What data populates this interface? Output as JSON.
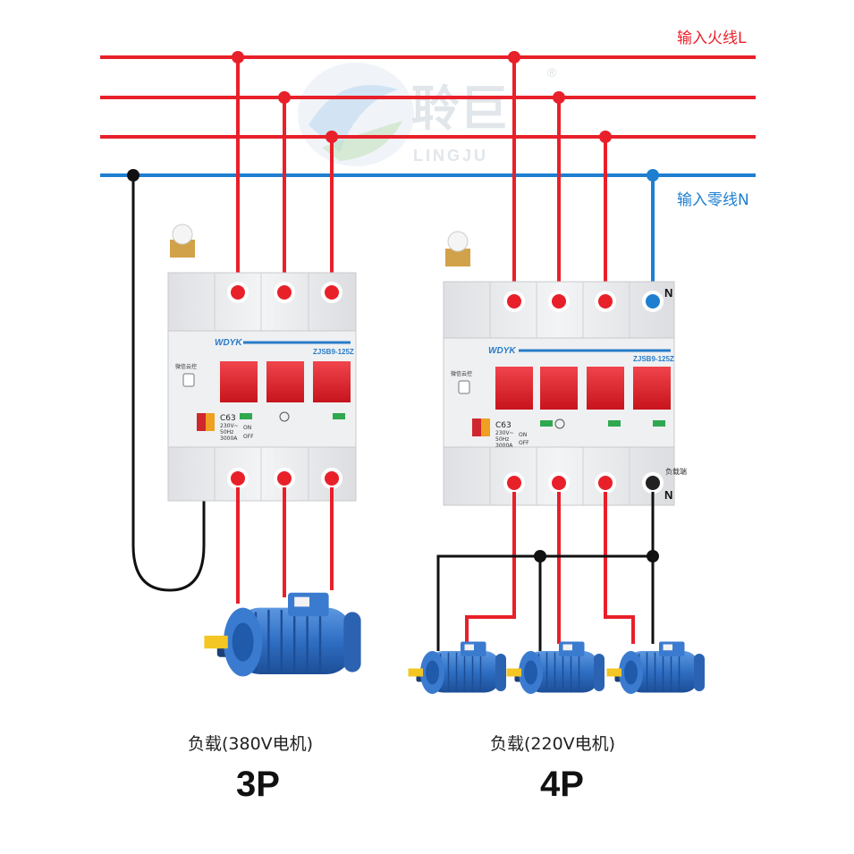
{
  "labels": {
    "live_input": "输入火线L",
    "neutral_input": "输入零线N"
  },
  "watermark": {
    "brand": "聆巨",
    "brand_en": "LINGJU",
    "registered": "®"
  },
  "breaker_3p": {
    "brand": "WDYK",
    "model": "ZJSB9-125Z",
    "rating": "C63",
    "spec_lines": [
      "230V~",
      "50Hz",
      "3000A"
    ],
    "on_text": "ON",
    "off_text": "OFF",
    "control_label": "微信云控"
  },
  "breaker_4p": {
    "brand": "WDYK",
    "model": "ZJSB9-125Z",
    "rating": "C63",
    "spec_lines": [
      "230V~",
      "50Hz",
      "3000A"
    ],
    "on_text": "ON",
    "off_text": "OFF",
    "control_label": "微信云控",
    "neutral_top": "N",
    "neutral_bottom": "N",
    "load_side": "负载端"
  },
  "loads": {
    "left_caption": "负载(380V电机)",
    "right_caption": "负载(220V电机)",
    "left_poles": "3P",
    "right_poles": "4P"
  },
  "colors": {
    "live": "#e8202a",
    "neutral": "#1e7fd0",
    "ground_wire": "#111111",
    "breaker_body": "#e9eaec",
    "motor": "#2f6fc4"
  }
}
